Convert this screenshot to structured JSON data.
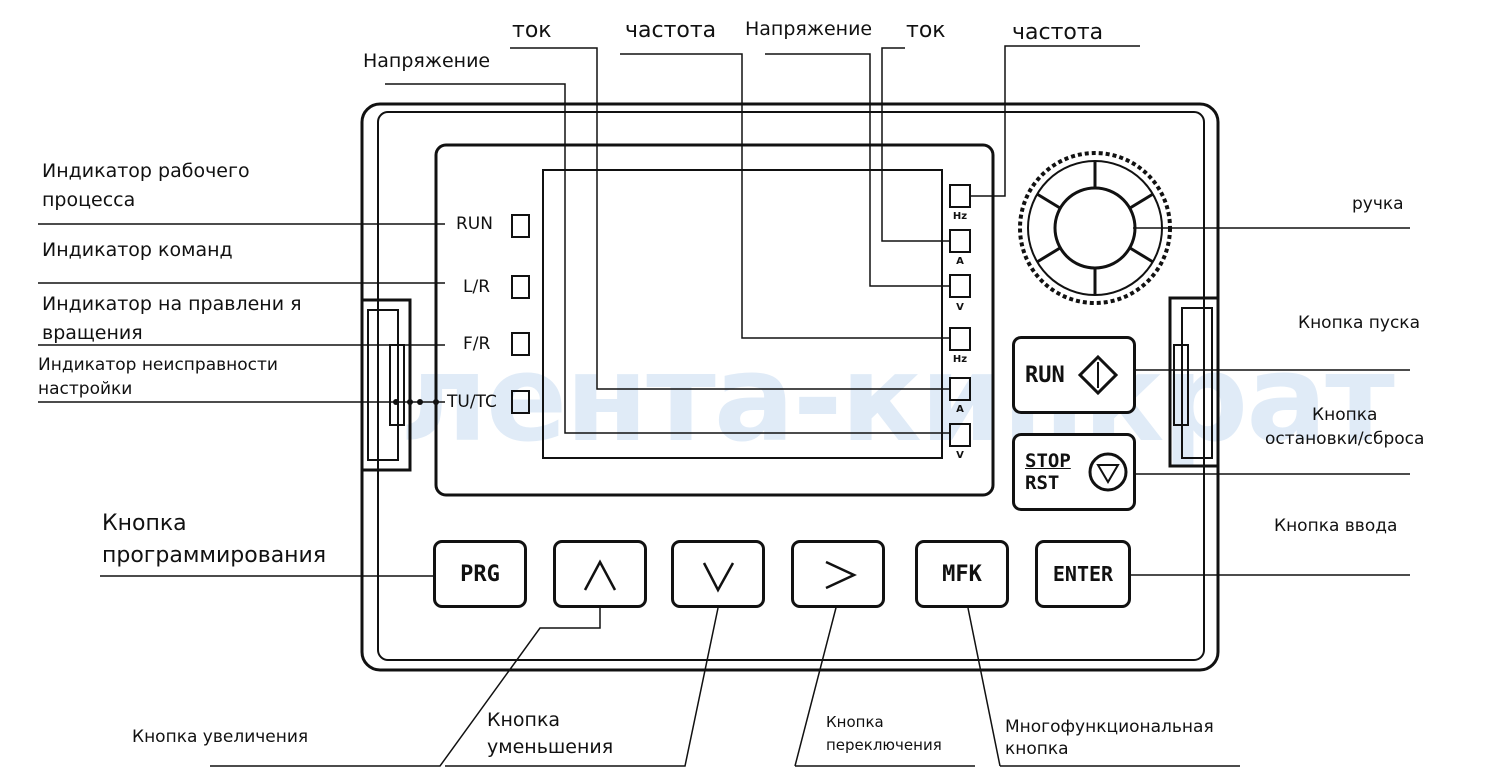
{
  "watermark": "лента-кипкрат",
  "top_labels": {
    "voltage_left": "Напряжение",
    "current_left": "ток",
    "frequency_left": "частота",
    "voltage_right": "Напряжение",
    "current_right": "ток",
    "frequency_right": "частота"
  },
  "left_labels": {
    "work_process_indicator": "Индикатор рабочего\nпроцесса",
    "command_indicator": "Индикатор команд",
    "direction_indicator": "Индикатор на правлени я\nвращения",
    "fault_indicator": "Индикатор неисправности\nнастройки",
    "program_button": "Кнопка\nпрограммирования"
  },
  "right_labels": {
    "knob": "ручка",
    "start_button": "Кнопка пуска",
    "stop_reset_button": "Кнопка\nостановки/сброса",
    "enter_button": "Кнопка ввода"
  },
  "bottom_labels": {
    "increase_button": "Кнопка увеличения",
    "decrease_button": "Кнопка\nуменьшения",
    "shift_button": "Кнопка\nпереключения",
    "multifunction_button": "Многофункциональная\nкнопка"
  },
  "indicators": [
    "RUN",
    "L/R",
    "F/R",
    "TU/TC"
  ],
  "units": [
    "Hz",
    "A",
    "V",
    "Hz",
    "A",
    "V"
  ],
  "buttons": {
    "prg": "PRG",
    "enter": "ENTER",
    "mfk": "MFK",
    "run": "RUN",
    "stop": "STOP",
    "rst": "RST"
  }
}
